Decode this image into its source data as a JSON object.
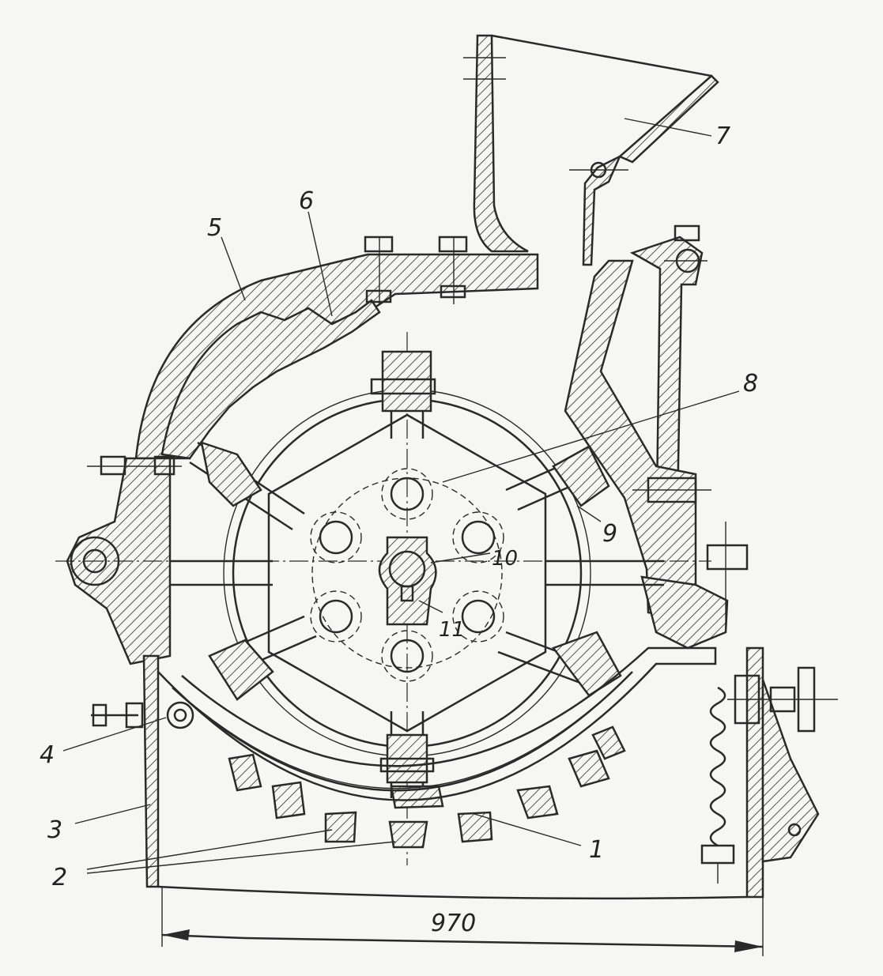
{
  "labels": {
    "l1": "1",
    "l2": "2",
    "l3": "3",
    "l4": "4",
    "l5": "5",
    "l6": "6",
    "l7": "7",
    "l8": "8",
    "l9": "9",
    "l10": "10",
    "l11": "11"
  },
  "dimension": "970",
  "colors": {
    "ink": "#2a2a2a",
    "paper": "#f6f6f3"
  }
}
